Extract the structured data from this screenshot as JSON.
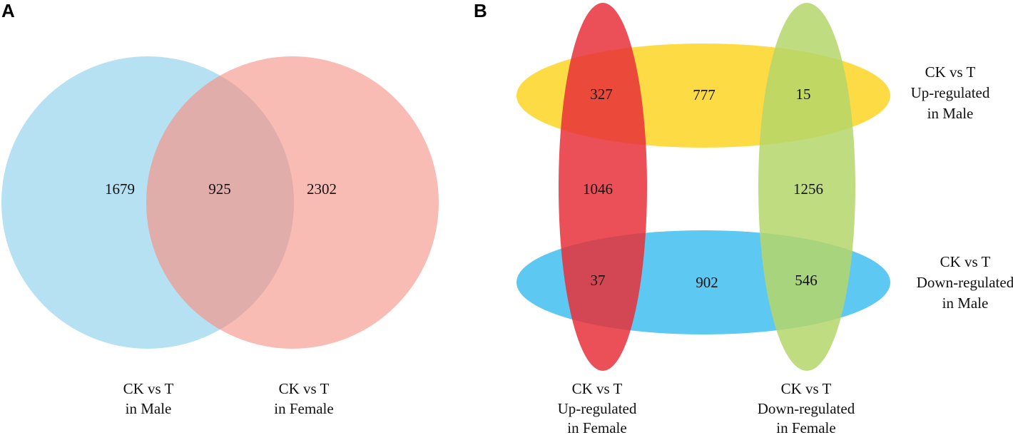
{
  "panels": {
    "a": {
      "label": "A",
      "sets": [
        {
          "name_lines": [
            "CK vs T",
            "in Male"
          ],
          "color": "#a8dcf0"
        },
        {
          "name_lines": [
            "CK vs T",
            "in Female"
          ],
          "color": "#f8b0a8"
        }
      ],
      "counts": {
        "male_only": "1679",
        "both": "925",
        "female_only": "2302"
      }
    },
    "b": {
      "label": "B",
      "sets": {
        "up_male": {
          "name_lines": [
            "CK vs T",
            "Up-regulated",
            "in Male"
          ],
          "color": "#fdd835"
        },
        "down_male": {
          "name_lines": [
            "CK vs T",
            "Down-regulated",
            "in Male"
          ],
          "color": "#4fc3f0"
        },
        "up_female": {
          "name_lines": [
            "CK vs T",
            "Up-regulated",
            "in Female"
          ],
          "color": "#e8303a"
        },
        "down_female": {
          "name_lines": [
            "CK vs T",
            "Down-regulated",
            "in Female"
          ],
          "color": "#b5d66a"
        }
      },
      "counts": {
        "up_male_and_up_female": "327",
        "up_male_only": "777",
        "up_male_and_down_female": "15",
        "up_female_only": "1046",
        "down_female_only": "1256",
        "down_male_and_up_female": "37",
        "down_male_only": "902",
        "down_male_and_down_female": "546"
      }
    }
  }
}
